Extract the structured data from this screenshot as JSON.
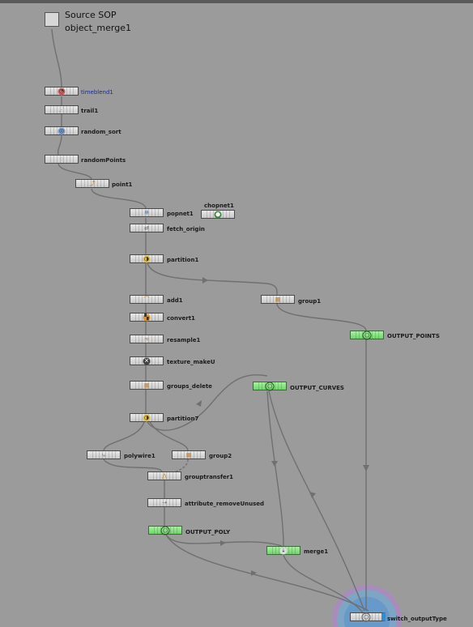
{
  "source": {
    "title": "Source SOP",
    "name": "object_merge1"
  },
  "colors": {
    "canvas": "#9b9b9b",
    "wire": "#6e6e6e",
    "output_green": "#7fe07a",
    "display_flag": "#2f8ecf",
    "target_ring": "#a98bc0"
  },
  "nodes": {
    "timeblend1": {
      "label": "timeblend1",
      "icon": "timeblend-icon"
    },
    "trail1": {
      "label": "trail1",
      "icon": "trail-icon"
    },
    "random_sort": {
      "label": "random_sort",
      "icon": "sort-icon"
    },
    "randomPoints": {
      "label": "randomPoints",
      "icon": "points-icon"
    },
    "point1": {
      "label": "point1",
      "icon": "point-icon"
    },
    "popnet1": {
      "label": "popnet1",
      "icon": "popnet-icon"
    },
    "chopnet1": {
      "label": "chopnet1",
      "icon": "chopnet-icon"
    },
    "fetch_origin": {
      "label": "fetch_origin",
      "icon": "fetch-icon"
    },
    "partition1": {
      "label": "partition1",
      "icon": "partition-icon"
    },
    "group1": {
      "label": "group1",
      "icon": "group-icon"
    },
    "OUTPUT_POINTS": {
      "label": "OUTPUT_POINTS",
      "icon": "output-icon"
    },
    "add1": {
      "label": "add1",
      "icon": "add-icon"
    },
    "convert1": {
      "label": "convert1",
      "icon": "convert-icon"
    },
    "resample1": {
      "label": "resample1",
      "icon": "resample-icon"
    },
    "texture_makeU": {
      "label": "texture_makeU",
      "icon": "texture-icon"
    },
    "groups_delete": {
      "label": "groups_delete",
      "icon": "group-icon"
    },
    "OUTPUT_CURVES": {
      "label": "OUTPUT_CURVES",
      "icon": "output-icon"
    },
    "partition7": {
      "label": "partition7",
      "icon": "partition-icon"
    },
    "polywire1": {
      "label": "polywire1",
      "icon": "polywire-icon"
    },
    "group2": {
      "label": "group2",
      "icon": "group-icon"
    },
    "grouptransfer1": {
      "label": "grouptransfer1",
      "icon": "grouptransfer-icon"
    },
    "attribute_removeUnused": {
      "label": "attribute_removeUnused",
      "icon": "attribute-icon"
    },
    "OUTPUT_POLY": {
      "label": "OUTPUT_POLY",
      "icon": "output-icon"
    },
    "merge1": {
      "label": "merge1",
      "icon": "merge-icon"
    },
    "switch_outputType": {
      "label": "switch_outputType",
      "icon": "switch-icon"
    }
  }
}
